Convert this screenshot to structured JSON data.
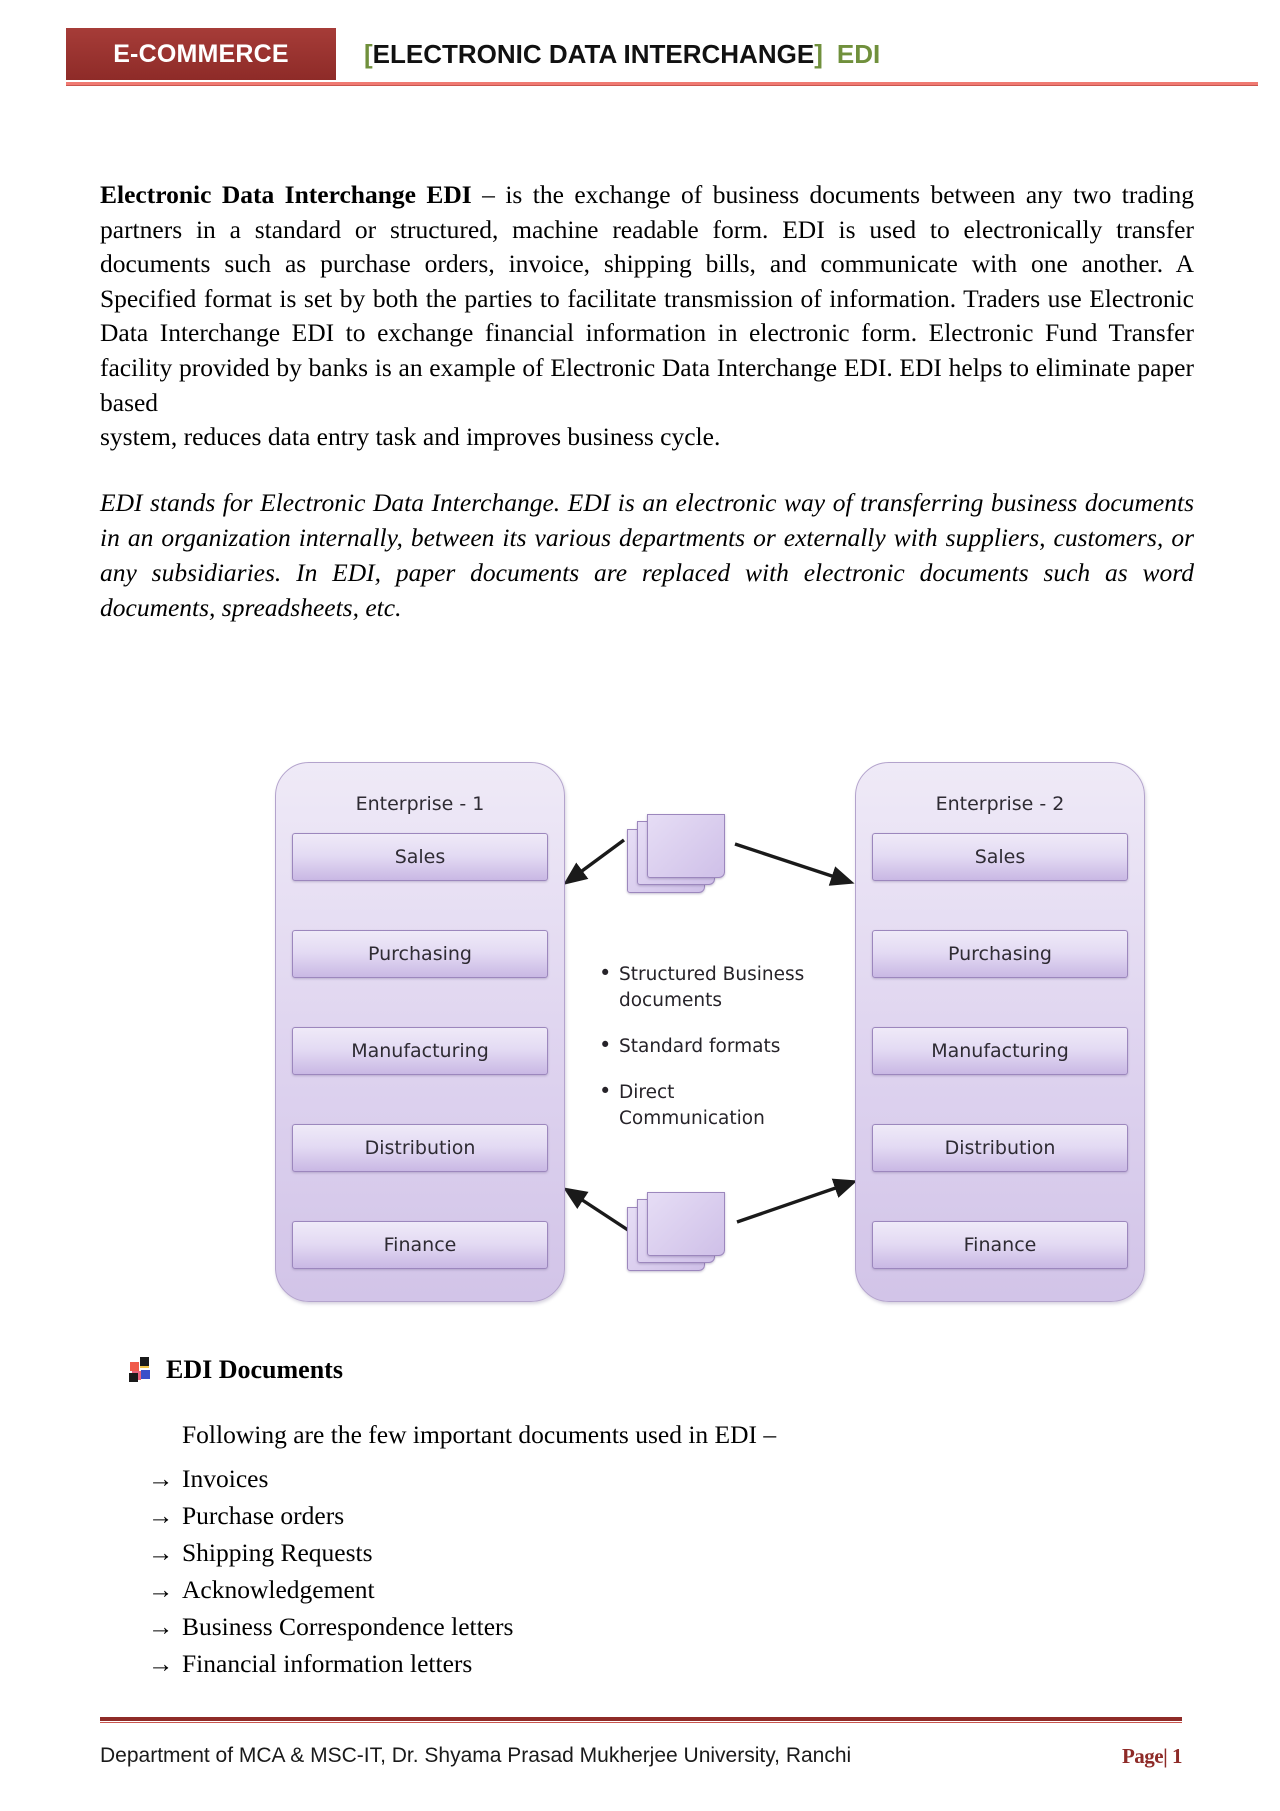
{
  "header": {
    "badge": "E-COMMERCE",
    "bracket_open": "[",
    "title": "ELECTRONIC DATA INTERCHANGE",
    "bracket_close": "]",
    "edi": "EDI",
    "accent_red": "#8e2b28",
    "accent_green": "#70903c",
    "rule_color": "#f07a72"
  },
  "body": {
    "para1_lead": "Electronic Data Interchange EDI",
    "para1_rest": " – is the exchange of business documents between any two trading partners in a standard or structured, machine readable form. EDI is used to electronically transfer documents such as purchase orders, invoice, shipping bills, and communicate with one another. A Specified format is set by both the parties to facilitate transmission of information. Traders use Electronic Data Interchange EDI to exchange financial information in electronic form. Electronic Fund Transfer facility provided by banks is an example of Electronic Data Interchange EDI. EDI helps to eliminate paper based",
    "para1_line_based": "system, reduces data entry task and improves business cycle.",
    "para2": "EDI stands for Electronic Data Interchange. EDI is an electronic way of transferring business documents in an organization internally, between its various departments or externally with suppliers, customers, or any subsidiaries. In EDI, paper documents are replaced with electronic documents such as word documents, spreadsheets, etc."
  },
  "diagram": {
    "enterprise1_title": "Enterprise - 1",
    "enterprise2_title": "Enterprise - 2",
    "departments": [
      "Sales",
      "Purchasing",
      "Manufacturing",
      "Distribution",
      "Finance"
    ],
    "center_bullets": [
      "Structured Business documents",
      "Standard formats",
      "Direct Communication"
    ],
    "box_fill": "#ded3ef",
    "box_border": "#b3a3cc"
  },
  "section": {
    "heading": "EDI Documents",
    "bullet_icon": "pinwheel-icon",
    "lead": "Following are the few important documents used in EDI –",
    "arrow_glyph": "→",
    "items": [
      "Invoices",
      "Purchase orders",
      "Shipping Requests",
      "Acknowledgement",
      "Business Correspondence letters",
      "Financial information letters"
    ]
  },
  "footer": {
    "text": "Department of MCA & MSC-IT, Dr. Shyama Prasad Mukherjee University, Ranchi",
    "page": "Page| 1"
  }
}
